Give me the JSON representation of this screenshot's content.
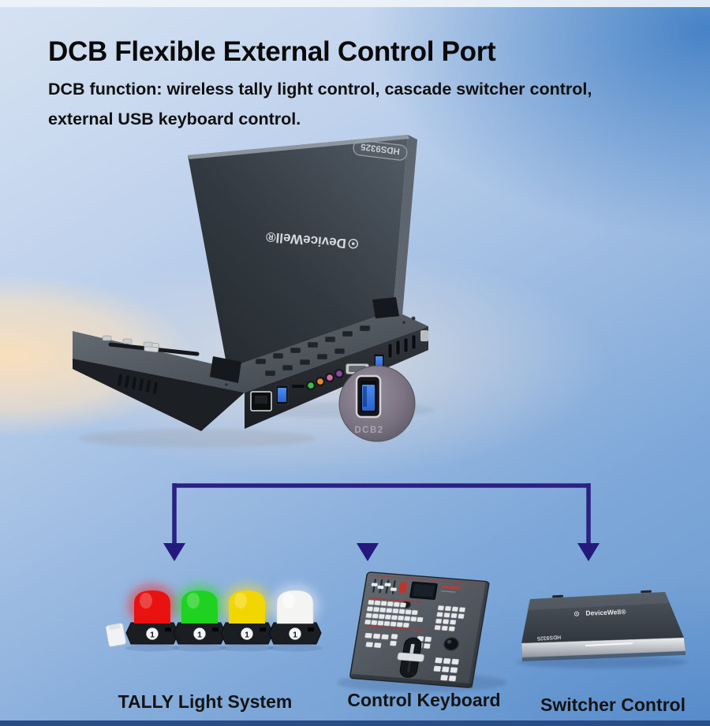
{
  "header": {
    "title": "DCB Flexible External Control Port",
    "subtitle_line1": "DCB function: wireless tally light control, cascade switcher control,",
    "subtitle_line2": "external USB keyboard control."
  },
  "main_device": {
    "model_label": "HDS9325",
    "brand_label": "DeviceWell®"
  },
  "dcb_port_badge": {
    "label": "DCB2"
  },
  "footer_labels": {
    "tally": "TALLY Light System",
    "keyboard": "Control Keyboard",
    "switcher": "Switcher Control"
  },
  "tally_lights": {
    "unit_number": "1",
    "dome_colors": [
      "#ea1111",
      "#1fd121",
      "#f2d600",
      "#f4f4f2"
    ]
  },
  "switcher_device": {
    "brand_label": "DeviceWell®",
    "model_label": "HDS9325"
  },
  "colors": {
    "connector_dark": "#241a7c",
    "connector_bright": "#3a49c9",
    "usb_blue": "#2f74dd",
    "title_text": "#090909"
  }
}
